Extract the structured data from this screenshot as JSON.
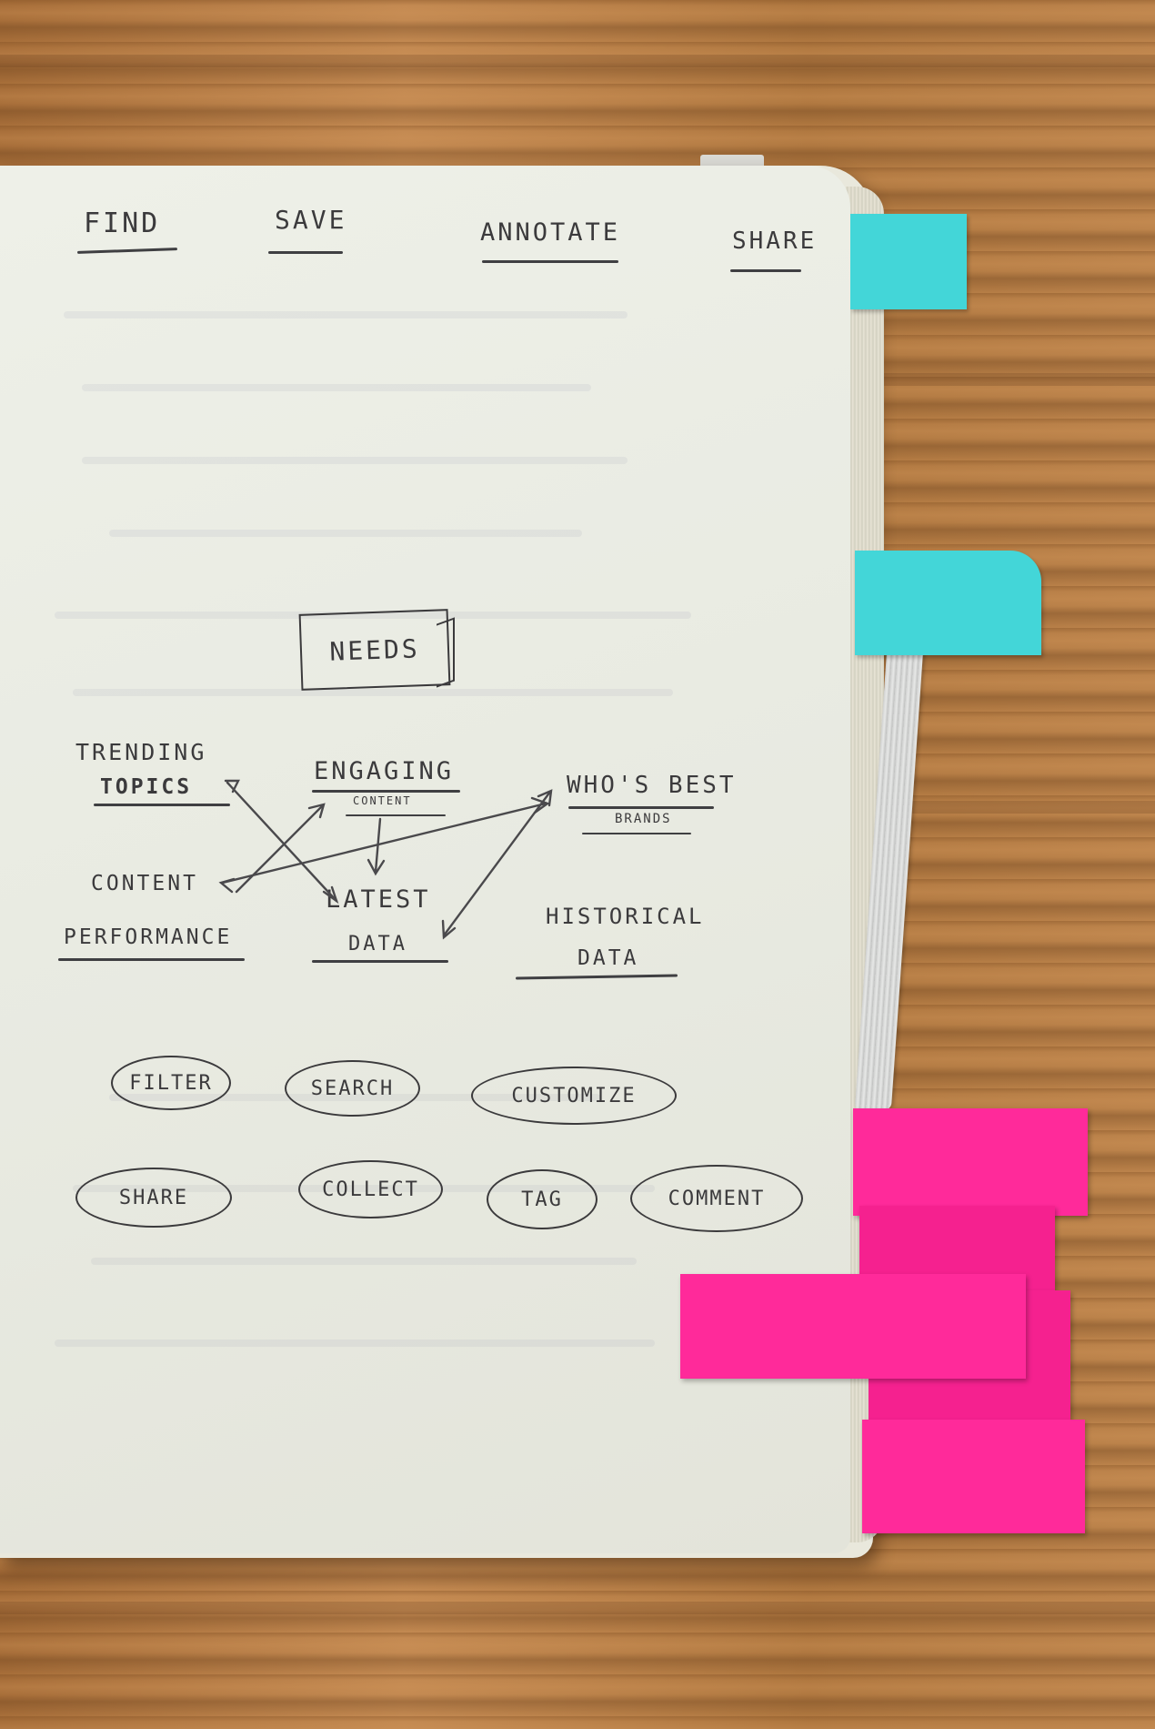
{
  "sketch": {
    "top_row": [
      "FIND",
      "SAVE",
      "ANNOTATE",
      "SHARE"
    ],
    "center_box": "NEEDS",
    "needs": {
      "trending": [
        "TRENDING",
        "TOPICS"
      ],
      "engaging": "ENGAGING",
      "engaging_sub": "CONTENT",
      "whos_best": "WHO'S BEST",
      "whos_best_sub": "BRANDS",
      "content_performance": [
        "CONTENT",
        "PERFORMANCE"
      ],
      "latest_data": [
        "LATEST",
        "DATA"
      ],
      "historical_data": [
        "HISTORICAL",
        "DATA"
      ]
    },
    "actions_row1": [
      "FILTER",
      "SEARCH",
      "CUSTOMIZE"
    ],
    "actions_row2": [
      "SHARE",
      "COLLECT",
      "TAG",
      "COMMENT"
    ]
  },
  "colors": {
    "cyan_tab": "#43d6d8",
    "pink_tab": "#ff2a9a",
    "paper": "#eef0e8",
    "wood": "#b07a44",
    "pencil": "#3b3a3c"
  }
}
